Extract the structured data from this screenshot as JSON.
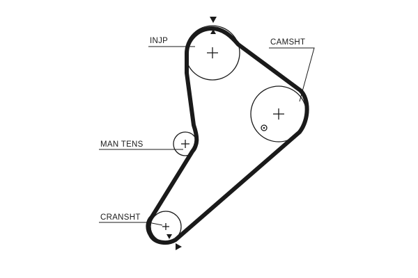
{
  "diagram": {
    "labels": {
      "injp": "INJP",
      "camsht": "CAMSHT",
      "man_tens": "MAN TENS",
      "cransht": "CRANSHT"
    },
    "colors": {
      "belt": "#1a1a1a",
      "pulley": "#1a1a1a",
      "leader": "#1a1a1a",
      "background": "#ffffff"
    }
  }
}
